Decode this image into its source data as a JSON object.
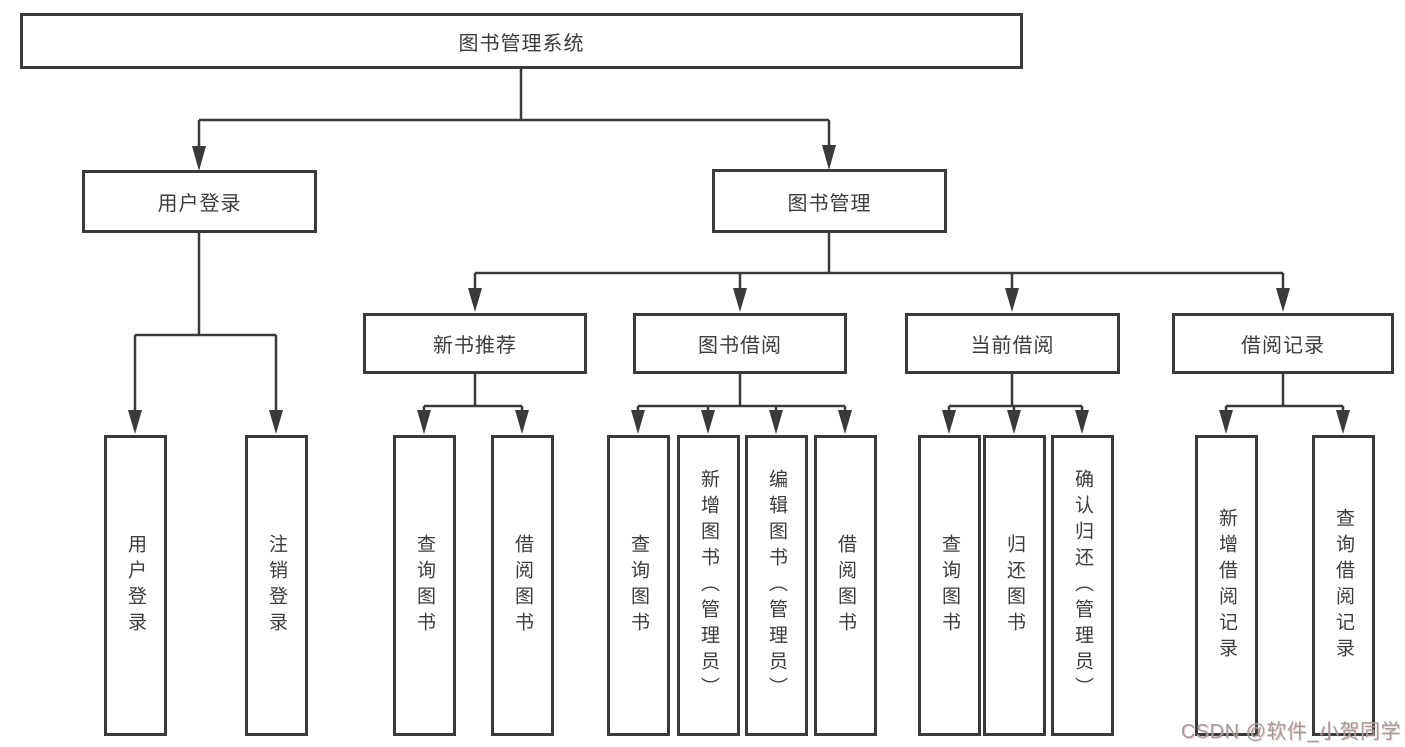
{
  "diagram": {
    "type": "hierarchy-tree",
    "watermark": "CSDN @软件_小贺同学",
    "colors": {
      "background": "#ffffff",
      "box_fill": "#ffffff",
      "box_border": "#3a3a3a",
      "connector": "#3a3a3a",
      "text": "#3c3c3c",
      "watermark": "#9e9e9e"
    },
    "tree": {
      "label": "图书管理系统",
      "children": [
        {
          "label": "用户登录",
          "children": [
            {
              "label": "用户登录"
            },
            {
              "label": "注销登录"
            }
          ]
        },
        {
          "label": "图书管理",
          "children": [
            {
              "label": "新书推荐",
              "children": [
                {
                  "label": "查询图书"
                },
                {
                  "label": "借阅图书"
                }
              ]
            },
            {
              "label": "图书借阅",
              "children": [
                {
                  "label": "查询图书"
                },
                {
                  "label": "新增图书（管理员）"
                },
                {
                  "label": "编辑图书（管理员）"
                },
                {
                  "label": "借阅图书"
                }
              ]
            },
            {
              "label": "当前借阅",
              "children": [
                {
                  "label": "查询图书"
                },
                {
                  "label": "归还图书"
                },
                {
                  "label": "确认归还（管理员）"
                }
              ]
            },
            {
              "label": "借阅记录",
              "children": [
                {
                  "label": "新增借阅记录"
                },
                {
                  "label": "查询借阅记录"
                }
              ]
            }
          ]
        }
      ]
    }
  }
}
